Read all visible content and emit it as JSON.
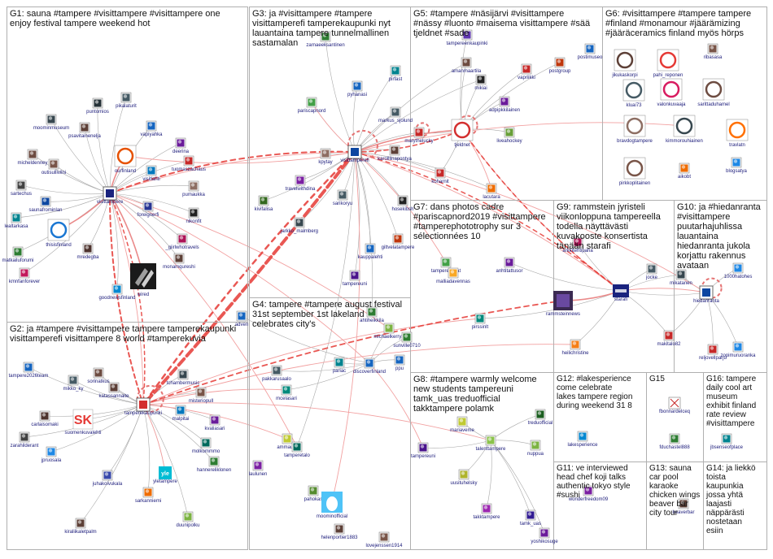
{
  "groups": [
    {
      "id": "G1",
      "title": [
        "G1: sauna #tampere #visittampere #visittampere one",
        "enjoy festival tampere weekend hot"
      ]
    },
    {
      "id": "G2",
      "title": [
        "G2: ja #tampere #visittampere tampere tamperekaupunki",
        "visittamperefi visittampere 8 world #tamperekuvia"
      ]
    },
    {
      "id": "G3",
      "title": [
        "G3: ja #visittampere #tampere",
        "visittamperefi tamperekaupunki nyt",
        "lauantaina tampere tunnelmallinen",
        "sastamalan"
      ]
    },
    {
      "id": "G4",
      "title": [
        "G4: tampere #tampere august festival",
        "31st september 1st lakeland",
        "celebrates city's"
      ]
    },
    {
      "id": "G5",
      "title": [
        "G5: #tampere #näsijärvi #visittampere",
        "#nässy #luonto #maisema visittampere #sää",
        "tjeldnet #sade"
      ]
    },
    {
      "id": "G6",
      "title": [
        "G6: #visittampere #tampere tampere",
        "#finland #monamour #jäärämizing",
        "#jääräceramics finland myös hörps"
      ]
    },
    {
      "id": "G7",
      "title": [
        "G7: dans photos cadre",
        "#pariscapnord2019 #visittampere",
        "#tamperephototrophy sur 3",
        "sélectionnées 10"
      ]
    },
    {
      "id": "G8",
      "title": [
        "G8: #tampere warmly welcome",
        "new students tampereuni",
        "tamk_uas treduofficial",
        "takktampere polamk"
      ]
    },
    {
      "id": "G9",
      "title": [
        "G9: rammstein jyristeli",
        "viikonloppuna tampereella",
        "todella näyttävästi",
        "kuvakooste konsertista",
        "tänään starafi"
      ]
    },
    {
      "id": "G10",
      "title": [
        "G10: ja #hiedanranta",
        "#visittampere",
        "puutarhajuhlissa",
        "lauantaina",
        "hiedanranta jukola",
        "korjattu rakennus",
        "avataan"
      ]
    },
    {
      "id": "G11",
      "title": [
        "G11: ve interviewed",
        "head chef koji talks",
        "authentic tokyo style",
        "#sushi"
      ]
    },
    {
      "id": "G12",
      "title": [
        "G12: #lakesperience",
        "come celebrate",
        "lakes tampere region",
        "during weekend 31 8"
      ]
    },
    {
      "id": "G13",
      "title": [
        "G13: sauna",
        "car pool",
        "karaoke",
        "chicken wings",
        "beaver bar",
        "city tour"
      ]
    },
    {
      "id": "G14",
      "title": [
        "G14: ja liekkö",
        "toista",
        "kaupunkia",
        "jossa yhtä",
        "laajasti",
        "näppärästi",
        "nostetaan",
        "esiin"
      ]
    },
    {
      "id": "G15",
      "title": [
        "G15"
      ]
    },
    {
      "id": "G16",
      "title": [
        "G16: tampere",
        "daily cool art",
        "museum",
        "exhibit finland",
        "rate review",
        "#visittampere"
      ]
    }
  ],
  "nodes": [
    {
      "id": "visittampere",
      "label": "visittampere",
      "color": "#1a237e"
    },
    {
      "id": "moominmuseum",
      "label": "moominmuseum",
      "color": "#37474f"
    },
    {
      "id": "puntomios",
      "label": "puntomios",
      "color": "#263238"
    },
    {
      "id": "pikalaturit",
      "label": "pikalaturit",
      "color": "#455a64"
    },
    {
      "id": "psavitainenelja",
      "label": "psavitainenelja",
      "color": "#5d4037"
    },
    {
      "id": "vapiyahka",
      "label": "vapiyahka",
      "color": "#1565c0"
    },
    {
      "id": "micheldenney",
      "label": "micheldenney",
      "color": "#6d4c41"
    },
    {
      "id": "ourfinland",
      "label": "ourfinland",
      "color": "#e65100"
    },
    {
      "id": "deerina",
      "label": "deerina",
      "color": "#6a1b9a"
    },
    {
      "id": "outisullivilni",
      "label": "outisullivilni",
      "color": "#795548"
    },
    {
      "id": "tuomaszachaus",
      "label": "tuomaszachaus",
      "color": "#c62828"
    },
    {
      "id": "visitlahti",
      "label": "visitlahti",
      "color": "#0277bd"
    },
    {
      "id": "sartechus",
      "label": "sartechus",
      "color": "#424242"
    },
    {
      "id": "pumaukka",
      "label": "pumaukka",
      "color": "#8d6e63"
    },
    {
      "id": "saunafrominlan",
      "label": "saunafrominlan",
      "color": "#0d47a1"
    },
    {
      "id": "foreignerfi",
      "label": "foreignerfi",
      "color": "#283593"
    },
    {
      "id": "nikonfit",
      "label": "nikonfit",
      "color": "#212121"
    },
    {
      "id": "lealtarkasa",
      "label": "lealtarkasa",
      "color": "#00838f"
    },
    {
      "id": "thisisfinland",
      "label": "thisisfinland",
      "color": "#1976d2"
    },
    {
      "id": "mredegba",
      "label": "mredegba",
      "color": "#4e342e"
    },
    {
      "id": "_giirlwhotravels",
      "label": "_giirlwhotravels",
      "color": "#ad1457"
    },
    {
      "id": "matkailuforumi",
      "label": "matkailuforumi",
      "color": "#2e7d32"
    },
    {
      "id": "monamqureshi",
      "label": "monamqureshi",
      "color": "#5d4037"
    },
    {
      "id": "kmnfanforever",
      "label": "kmnfanforever",
      "color": "#c2185b"
    },
    {
      "id": "wired",
      "label": "wired",
      "color": "#111111"
    },
    {
      "id": "goodnewsfinland",
      "label": "goodnewsfinland",
      "color": "#0288d1"
    },
    {
      "id": "tamperekaupunki",
      "label": "tamperekaupunki",
      "color": "#d32f2f"
    },
    {
      "id": "tampere2026team",
      "label": "tampere2026team",
      "color": "#1565c0"
    },
    {
      "id": "mikko_ky",
      "label": "mikko_ky",
      "color": "#455a64"
    },
    {
      "id": "sorinatkus",
      "label": "sorinatkus",
      "color": "#6d4c41"
    },
    {
      "id": "katassannaite",
      "label": "katassannaite",
      "color": "#5d4037"
    },
    {
      "id": "tchambermusic",
      "label": "tchambermusic",
      "color": "#37474f"
    },
    {
      "id": "suomenkuvalehti",
      "label": "suomenkuvalehti",
      "color": "#d32f2f"
    },
    {
      "id": "misteriopull",
      "label": "misteriopull",
      "color": "#795548"
    },
    {
      "id": "carlaisomaki",
      "label": "carlaisomaki",
      "color": "#4e342e"
    },
    {
      "id": "malpitai",
      "label": "malpitai",
      "color": "#0277bd"
    },
    {
      "id": "kvaliasari",
      "label": "kvaliasari",
      "color": "#6a1b9a"
    },
    {
      "id": "zarahilderant",
      "label": "zarahilderant",
      "color": "#424242"
    },
    {
      "id": "molkommmo",
      "label": "molkommmo",
      "color": "#00695c"
    },
    {
      "id": "jpruosala",
      "label": "jpruosala",
      "color": "#1e88e5"
    },
    {
      "id": "yletampere",
      "label": "yletampere",
      "color": "#00acc1"
    },
    {
      "id": "hannereliklonen",
      "label": "hannereliklonen",
      "color": "#2e7d32"
    },
    {
      "id": "juhakoivukala",
      "label": "juhakoivukala",
      "color": "#3949ab"
    },
    {
      "id": "sarkanniemi",
      "label": "sarkanniemi",
      "color": "#ef6c00"
    },
    {
      "id": "kiraliikaletpalm",
      "label": "kiraliikaletpalm",
      "color": "#5d4037"
    },
    {
      "id": "duunipolku",
      "label": "duunipolku",
      "color": "#7cb342"
    },
    {
      "id": "zarnaeeksantinen",
      "label": "zarnaeeksantinen",
      "color": "#2e7d32"
    },
    {
      "id": "pirfast",
      "label": "pirfast",
      "color": "#00838f"
    },
    {
      "id": "pyhanasi",
      "label": "pyhanasi",
      "color": "#1565c0"
    },
    {
      "id": "pariscapnord",
      "label": "pariscapnord",
      "color": "#43a047"
    },
    {
      "id": "markus_sjolund",
      "label": "markus_sjolund",
      "color": "#455a64"
    },
    {
      "id": "visittamperefi",
      "label": "visittamperefi",
      "color": "#0d47a1"
    },
    {
      "id": "kpytay",
      "label": "kpytay",
      "color": "#8d6e63"
    },
    {
      "id": "karolliinapontya",
      "label": "karolliinapontya",
      "color": "#5d4037"
    },
    {
      "id": "travelwithdina",
      "label": "travelwithdina",
      "color": "#7b1fa2"
    },
    {
      "id": "kivifalisa",
      "label": "kivifalisa",
      "color": "#33691e"
    },
    {
      "id": "sarikoryu",
      "label": "sarikoryu",
      "color": "#455a64"
    },
    {
      "id": "hosekibsh",
      "label": "hosekibsh",
      "color": "#212121"
    },
    {
      "id": "jarkko_malmberg",
      "label": "jarkko_malmberg",
      "color": "#37474f"
    },
    {
      "id": "giltvelatampere",
      "label": "giltvelatampere",
      "color": "#bf360c"
    },
    {
      "id": "kauppalehti",
      "label": "kauppalehti",
      "color": "#1565c0"
    },
    {
      "id": "tampereuni",
      "label": "tampereuni",
      "color": "#4a148c"
    },
    {
      "id": "ahtiheikkila",
      "label": "ahtiheikkila",
      "color": "#2e7d32"
    },
    {
      "id": "tampereenkaupinki",
      "label": "tampereenkaupinki",
      "color": "#5e35b1"
    },
    {
      "id": "amanmaartila",
      "label": "amanmaartila",
      "color": "#6d4c41"
    },
    {
      "id": "mikiai",
      "label": "mikiai",
      "color": "#212121"
    },
    {
      "id": "postgroup",
      "label": "postgroup",
      "color": "#bf360c"
    },
    {
      "id": "vapriikki",
      "label": "vapriikki",
      "color": "#c62828"
    },
    {
      "id": "postimuseo",
      "label": "postimuseo",
      "color": "#1565c0"
    },
    {
      "id": "adpipkkilainen",
      "label": "adpipkkilainen",
      "color": "#6a1b9a"
    },
    {
      "id": "marythelucky",
      "label": "marythelucky",
      "color": "#c62828"
    },
    {
      "id": "tjeldnet",
      "label": "tjeldnet",
      "color": "#d32f2f"
    },
    {
      "id": "liveahockey",
      "label": "liveahockey",
      "color": "#689f38"
    },
    {
      "id": "koharnit",
      "label": "koharnit",
      "color": "#c62828"
    },
    {
      "id": "lacutara",
      "label": "lacutara",
      "color": "#ef6c00"
    },
    {
      "id": "jikukaskorpi",
      "label": "jikukaskorpi",
      "color": "#5d4037"
    },
    {
      "id": "pahi_reponen",
      "label": "pahi_reponen",
      "color": "#e53935"
    },
    {
      "id": "ribasasa",
      "label": "ribasasa",
      "color": "#795548"
    },
    {
      "id": "kluai73",
      "label": "kluai73",
      "color": "#455a64"
    },
    {
      "id": "valonkuvaaja",
      "label": "valonkuvaaja",
      "color": "#d81b60"
    },
    {
      "id": "sarittaduhamel",
      "label": "sarittaduhamel",
      "color": "#6d4c41"
    },
    {
      "id": "bravdogtampere",
      "label": "bravdogtampere",
      "color": "#8d6e63"
    },
    {
      "id": "kimmorouhiainen",
      "label": "kimmorouhiainen",
      "color": "#37474f"
    },
    {
      "id": "travlatn",
      "label": "travlatn",
      "color": "#ff6f00"
    },
    {
      "id": "pirkkoplitainen",
      "label": "pirkkoplitainen",
      "color": "#795548"
    },
    {
      "id": "aikobt",
      "label": "aikobt",
      "color": "#ef6c00"
    },
    {
      "id": "blogsatya",
      "label": "blogsatya",
      "color": "#1e88e5"
    },
    {
      "id": "tamperekuvat",
      "label": "tamperekuvat",
      "color": "#43a047"
    },
    {
      "id": "anhtitattusor",
      "label": "anhtitattusor",
      "color": "#6a1b9a"
    },
    {
      "id": "malliadavennas",
      "label": "malliadavennas",
      "color": "#f9a825"
    },
    {
      "id": "pirssinlt",
      "label": "pirssinlt",
      "color": "#00897b"
    },
    {
      "id": "rammsteinnews",
      "label": "rammsteinnews",
      "color": "#311b92"
    },
    {
      "id": "starafi",
      "label": "starafi",
      "color": "#1a237e"
    },
    {
      "id": "jocke",
      "label": "jocke",
      "color": "#455a64"
    },
    {
      "id": "arkkitehtipaha",
      "label": "arkkitehtipaha",
      "color": "#ad1457"
    },
    {
      "id": "mikatanen",
      "label": "mikatanen",
      "color": "#37474f"
    },
    {
      "id": "hiedanranta",
      "label": "hiedanranta",
      "color": "#0d47a1"
    },
    {
      "id": "makitalo82",
      "label": "makitalo82",
      "color": "#c62828"
    },
    {
      "id": "heilichristine",
      "label": "heilichristine",
      "color": "#f57f17"
    },
    {
      "id": "reljovellparju",
      "label": "reljovellparju",
      "color": "#c62828"
    },
    {
      "id": "zopimuruoranka",
      "label": "zopimuruoranka",
      "color": "#1e88e5"
    },
    {
      "id": "discoverfinland",
      "label": "discoverfinland",
      "color": "#1565c0"
    },
    {
      "id": "michaelkerry3",
      "label": "michaelkerry3",
      "color": "#7cb342"
    },
    {
      "id": "sunville0710",
      "label": "sunville0710",
      "color": "#2e7d32"
    },
    {
      "id": "pariac",
      "label": "pariac",
      "color": "#00838f"
    },
    {
      "id": "ppu",
      "label": "ppu",
      "color": "#1565c0"
    },
    {
      "id": "pakkarusaalo",
      "label": "pakkarusaalo",
      "color": "#455a64"
    },
    {
      "id": "mcelasari",
      "label": "mcelasari",
      "color": "#00897b"
    },
    {
      "id": "ammauru",
      "label": "ammauru",
      "color": "#c0ca33"
    },
    {
      "id": "tamperetalo",
      "label": "tamperetalo",
      "color": "#00695c"
    },
    {
      "id": "laulunen",
      "label": "laulunen",
      "color": "#7b1fa2"
    },
    {
      "id": "pahokas",
      "label": "pahokas",
      "color": "#558b2f"
    },
    {
      "id": "moominofficial",
      "label": "moominofficial",
      "color": "#4fc3f7"
    },
    {
      "id": "helenportier1883",
      "label": "helenportier1883",
      "color": "#5d4037"
    },
    {
      "id": "lovejenssen1914",
      "label": "lovejenssen1914",
      "color": "#795548"
    },
    {
      "id": "adven",
      "label": "adven",
      "color": "#1565c0"
    },
    {
      "id": "mariaveme",
      "label": "mariaveme",
      "color": "#c0ca33"
    },
    {
      "id": "treduofficial",
      "label": "treduofficial",
      "color": "#1b5e20"
    },
    {
      "id": "talenttampere",
      "label": "talenttampere",
      "color": "#8bc34a"
    },
    {
      "id": "nuppua",
      "label": "nuppua",
      "color": "#7cb342"
    },
    {
      "id": "tampereuni_g8",
      "label": "tampereuni",
      "color": "#4a148c"
    },
    {
      "id": "uusituhelsky",
      "label": "uusituhelsky",
      "color": "#afb42b"
    },
    {
      "id": "takktampere",
      "label": "takktampere",
      "color": "#9c27b0"
    },
    {
      "id": "tamk_uas",
      "label": "tamk_uas",
      "color": "#311b92"
    },
    {
      "id": "yoshikosuge",
      "label": "yoshikosuge",
      "color": "#6a1b9a"
    },
    {
      "id": "lakesperience",
      "label": "lakesperience",
      "color": "#0288d1"
    },
    {
      "id": "fbonnardelceq",
      "label": "fbonnardelceq",
      "color": "#c62828"
    },
    {
      "id": "fduchastel888",
      "label": "fduchastel888",
      "color": "#2e7d32"
    },
    {
      "id": "jbsenseofplace",
      "label": "jbsenseofplace",
      "color": "#00838f"
    },
    {
      "id": "wonderfreedom09",
      "label": "wonderfreedom09",
      "color": "#7b1fa2"
    },
    {
      "id": "beaverbar",
      "label": "beaverbar",
      "color": "#5d4037"
    },
    {
      "id": "1000hatohes",
      "label": "1000hatohes",
      "color": "#1e88e5"
    }
  ]
}
